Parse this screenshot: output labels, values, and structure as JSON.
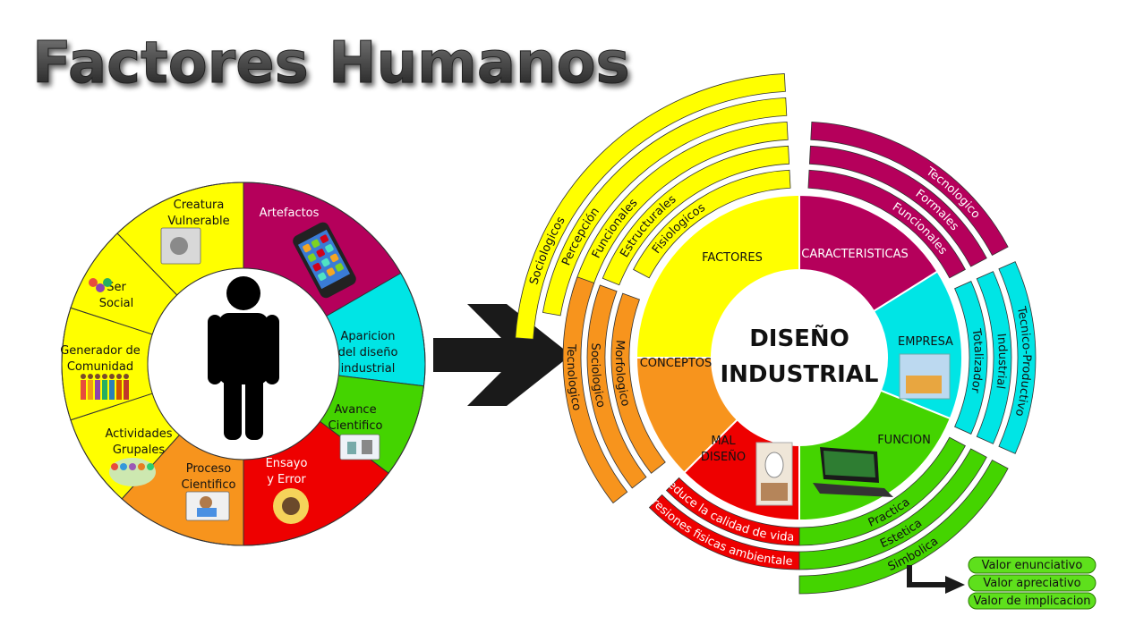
{
  "title": "Factores Humanos",
  "colors": {
    "yellow": "#ffff00",
    "magenta": "#b5005b",
    "cyan": "#00e5e5",
    "green": "#44d400",
    "red": "#ee0000",
    "orange": "#f7941d",
    "pill_green": "#5ee01c"
  },
  "left_wheel": {
    "center_icon": "person-silhouette-icon",
    "segments": [
      {
        "label_lines": [
          "Creatura",
          "Vulnerable"
        ],
        "icon": "hands-photo-icon"
      },
      {
        "label_lines": [
          "Artefactos"
        ],
        "icon": "smartphone-icon"
      },
      {
        "label_lines": [
          "Aparicion",
          "del diseño",
          "industrial"
        ],
        "icon": ""
      },
      {
        "label_lines": [
          "Avance",
          "Cientifico"
        ],
        "icon": "lab-icon"
      },
      {
        "label_lines": [
          "Ensayo",
          "y Error"
        ],
        "icon": "explosion-icon"
      },
      {
        "label_lines": [
          "Proceso",
          "Cientifico"
        ],
        "icon": "scientist-icon"
      },
      {
        "label_lines": [
          "Actividades",
          "Grupales"
        ],
        "icon": "group-activity-icon"
      },
      {
        "label_lines": [
          "Generador de",
          "Comunidad"
        ],
        "icon": "community-people-icon"
      },
      {
        "label_lines": [
          "Ser",
          "Social"
        ],
        "icon": "social-people-icon"
      }
    ]
  },
  "arrow_icon": "right-chevron-arrow-icon",
  "right_wheel": {
    "center_lines": [
      "DISEÑO",
      "INDUSTRIAL"
    ],
    "sectors": {
      "factores": "FACTORES",
      "caracteristicas": "CARACTERISTICAS",
      "empresa": "EMPRESA",
      "funcion": "FUNCION",
      "mal_diseno": [
        "MAL",
        "DISEÑO"
      ],
      "conceptos": "CONCEPTOS"
    },
    "factores_rings": [
      "Sociologicos",
      "Percepción",
      "Funcionales",
      "Estructurales",
      "Fisiologicos"
    ],
    "caracteristicas_rings": [
      "Tecnologico",
      "Formales",
      "Funcionales"
    ],
    "empresa_rings": [
      "Totalizador",
      "Industrial",
      "Tecnico-Productivo"
    ],
    "funcion_rings": [
      "Practica",
      "Estetica",
      "Simbolica"
    ],
    "mal_diseno_rings": [
      "Reduce la calidad de vida",
      "Agresiones fisicas ambientales"
    ],
    "conceptos_rings": [
      "Tecnologico",
      "Sociologico",
      "Morfologico"
    ],
    "valores": [
      "Valor enunciativo",
      "Valor apreciativo",
      "Valor de implicacion"
    ]
  }
}
